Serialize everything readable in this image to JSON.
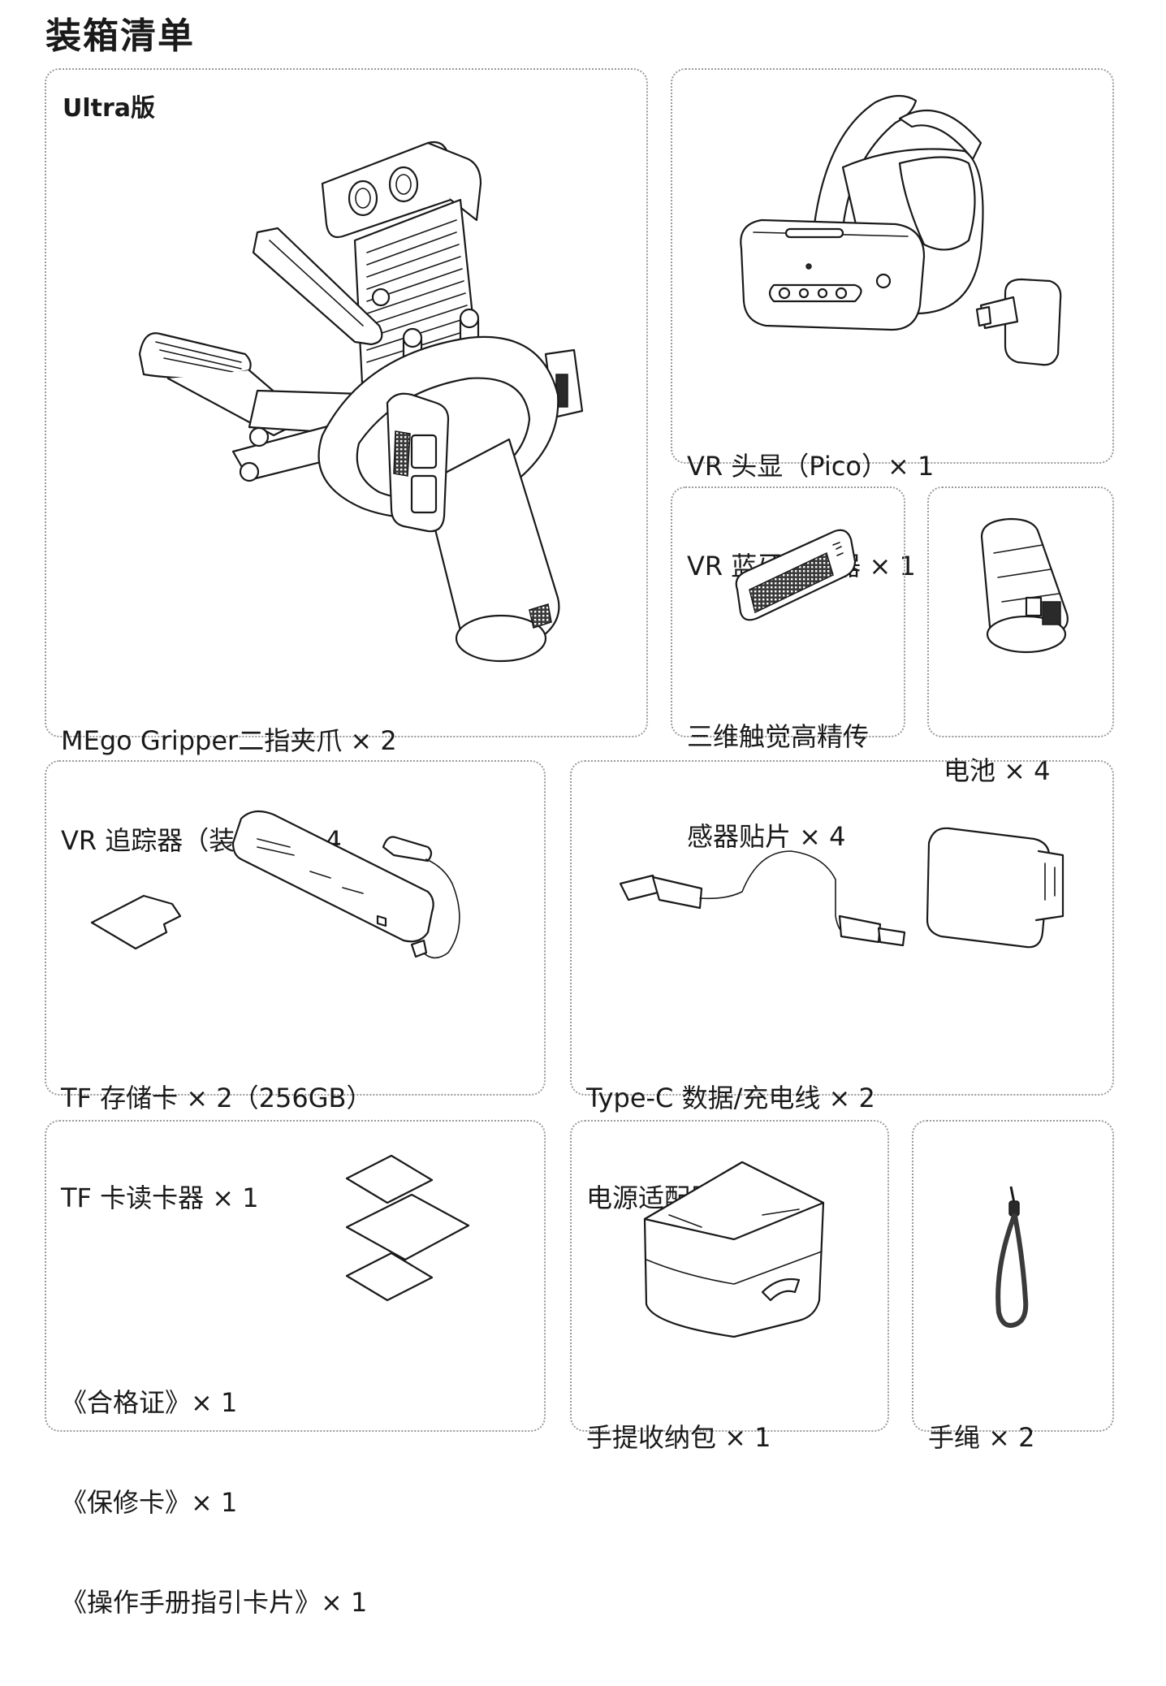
{
  "page": {
    "title": "装箱清单"
  },
  "cards": {
    "ultra": {
      "badge": "Ultra版",
      "lines": [
        "MEgo Gripper二指夹爪 × 2",
        "VR 追踪器（装机） × 4"
      ]
    },
    "vr": {
      "lines": [
        "VR 头显（Pico）× 1",
        "VR 蓝牙适配器 × 1"
      ]
    },
    "sensor": {
      "lines": [
        "三维触觉高精传",
        "感器贴片 × 4"
      ]
    },
    "battery": {
      "lines": [
        "电池 × 4"
      ]
    },
    "tf": {
      "lines": [
        "TF 存储卡 × 2（256GB）",
        "TF 卡读卡器 × 1"
      ]
    },
    "typec": {
      "lines": [
        "Type-C 数据/充电线 × 2",
        "电源适配器× 1"
      ]
    },
    "docs": {
      "lines": [
        "《合格证》× 1",
        "《保修卡》× 1",
        "《操作手册指引卡片》× 1"
      ]
    },
    "bag": {
      "lines": [
        "手提收纳包 × 1"
      ]
    },
    "strap": {
      "lines": [
        "手绳 × 2"
      ]
    }
  }
}
